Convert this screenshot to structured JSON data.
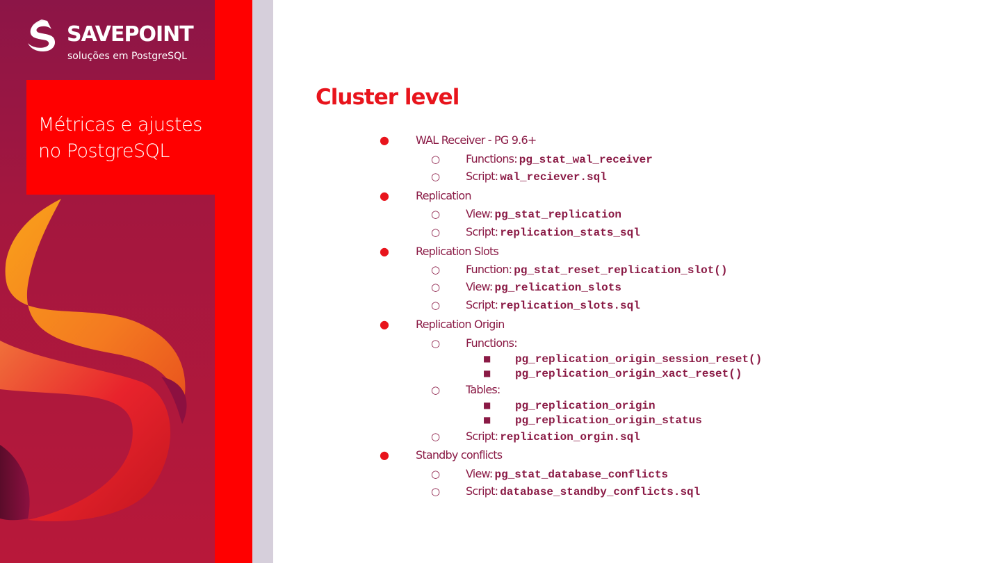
{
  "branding": {
    "name": "SAVEPOINT",
    "tagline": "soluções em PostgreSQL",
    "deck_title": "Métricas e ajustes no PostgreSQL"
  },
  "slide": {
    "heading": "Cluster level",
    "sections": [
      {
        "label": "WAL Receiver - PG 9.6+",
        "children": [
          {
            "label": "Functions:",
            "code": "pg_stat_wal_receiver"
          },
          {
            "label": "Script:",
            "code": "wal_reciever.sql"
          }
        ]
      },
      {
        "label": "Replication",
        "children": [
          {
            "label": "View:",
            "code": "pg_stat_replication"
          },
          {
            "label": "Script:",
            "code": "replication_stats_sql"
          }
        ]
      },
      {
        "label": "Replication Slots",
        "children": [
          {
            "label": "Function:",
            "code": "pg_stat_reset_replication_slot()"
          },
          {
            "label": "View:",
            "code": "pg_relication_slots"
          },
          {
            "label": "Script:",
            "code": "replication_slots.sql"
          }
        ]
      },
      {
        "label": "Replication Origin",
        "children": [
          {
            "label": "Functions:",
            "items": [
              "pg_replication_origin_session_reset()",
              "pg_replication_origin_xact_reset()"
            ]
          },
          {
            "label": "Tables:",
            "items": [
              "pg_replication_origin",
              "pg_replication_origin_status"
            ]
          },
          {
            "label": "Script:",
            "code": "replication_orgin.sql"
          }
        ]
      },
      {
        "label": "Standby conflicts",
        "children": [
          {
            "label": "View:",
            "code": "pg_stat_database_conflicts"
          },
          {
            "label": "Script:",
            "code": "database_standby_conflicts.sql"
          }
        ]
      }
    ]
  },
  "colors": {
    "accent_red": "#ff0000",
    "heading_red": "#e8141c",
    "text_maroon": "#8a1a45",
    "panel_top": "#8c1547",
    "strip_grey": "#d6cfdb"
  }
}
